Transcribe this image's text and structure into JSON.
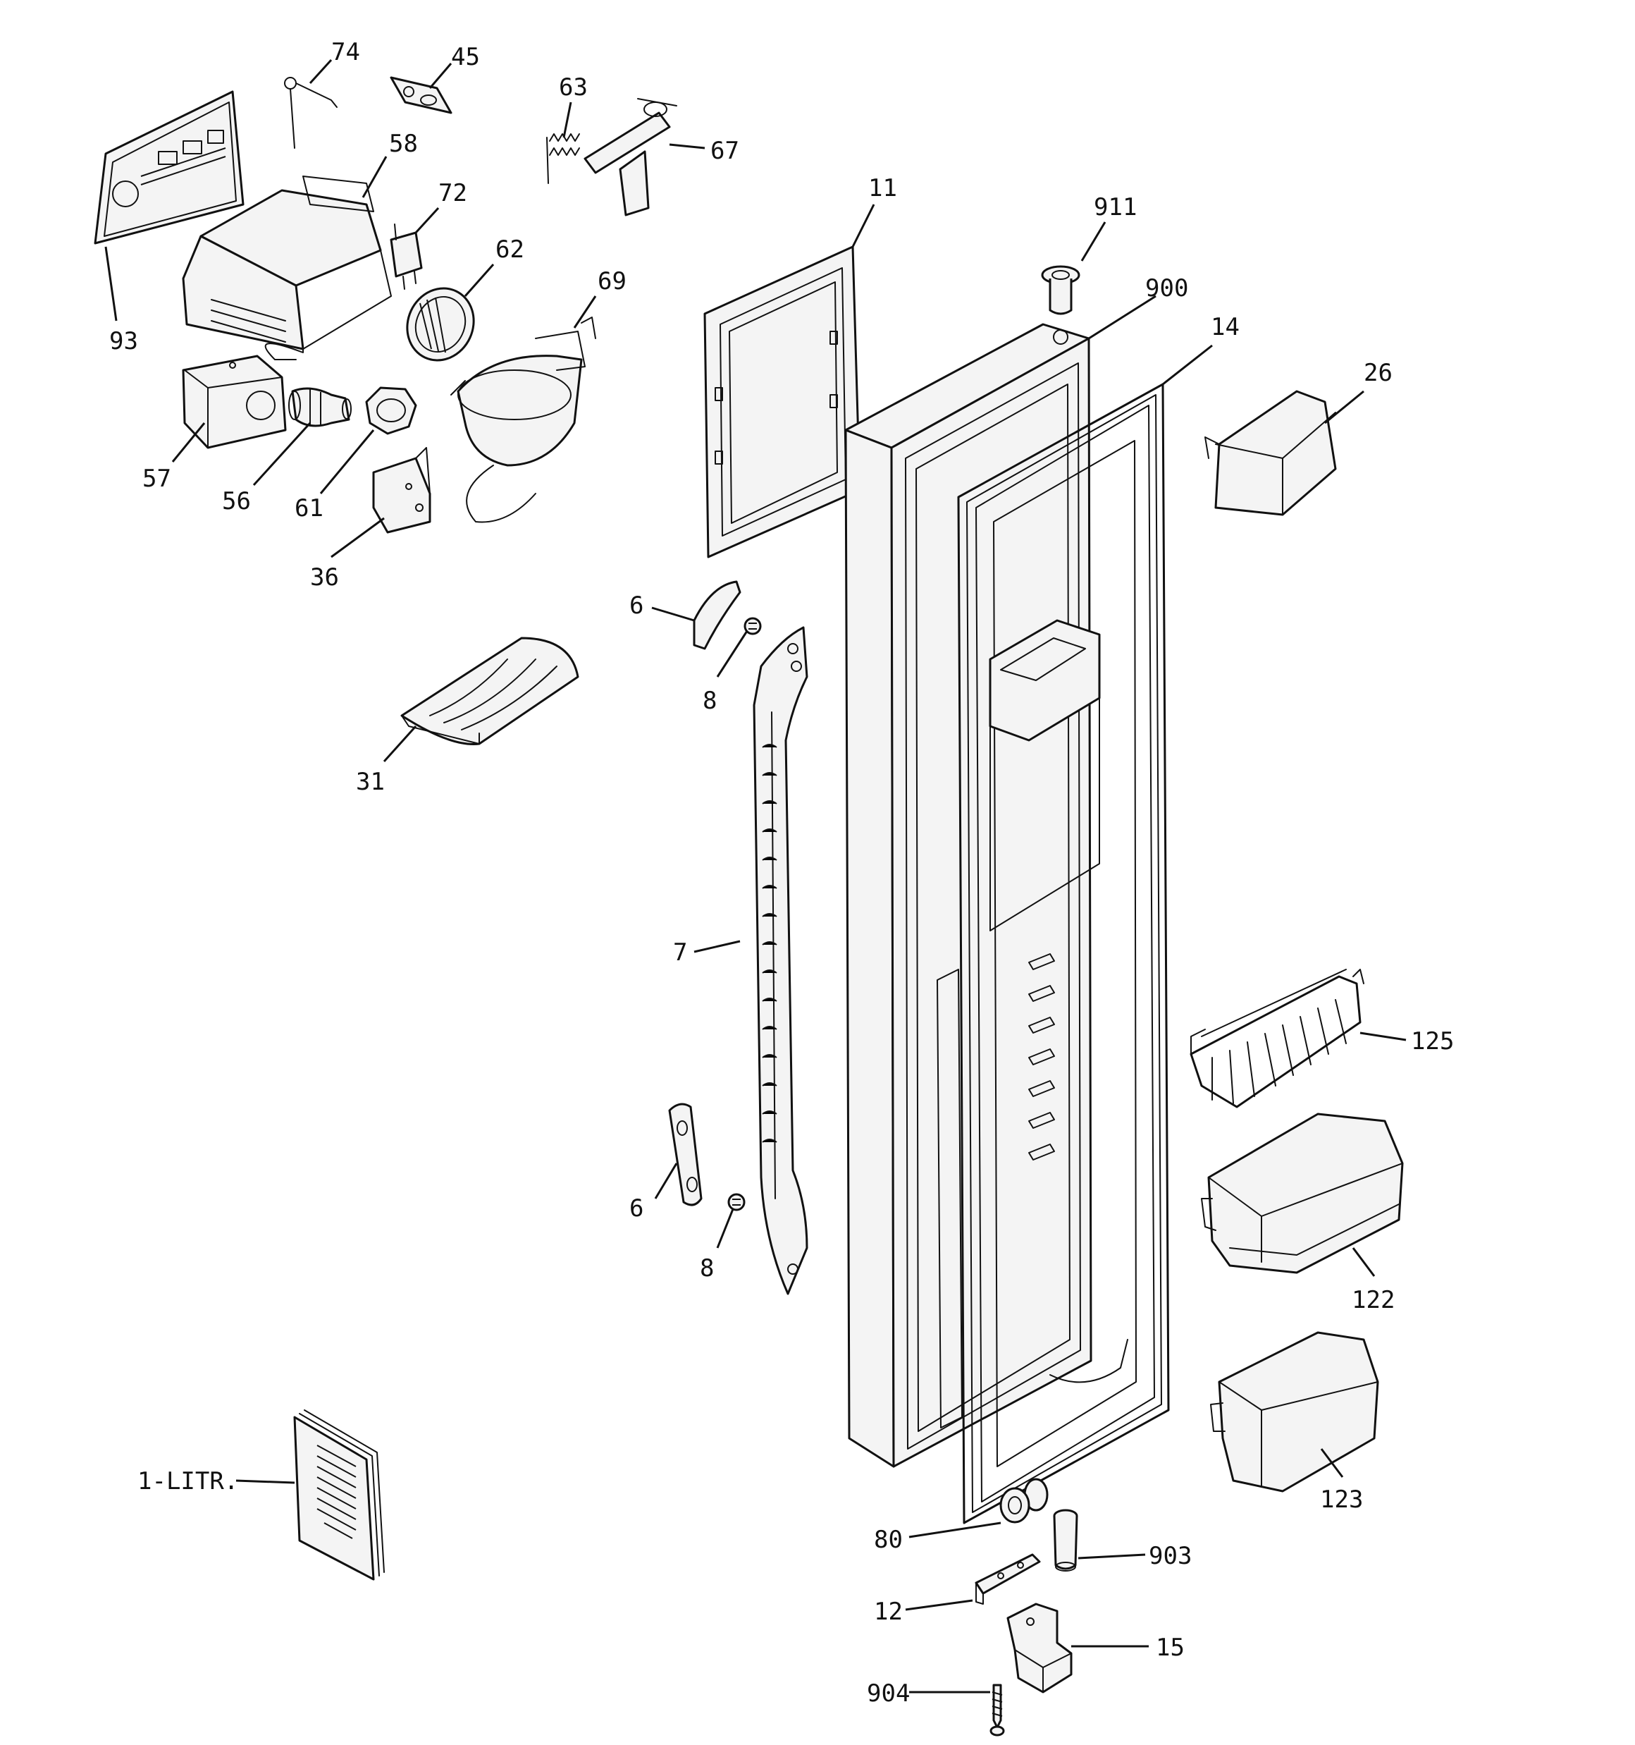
{
  "callouts": {
    "c74": "74",
    "c45": "45",
    "c63": "63",
    "c67": "67",
    "c58": "58",
    "c72": "72",
    "c62": "62",
    "c69": "69",
    "c93": "93",
    "c57": "57",
    "c56": "56",
    "c61": "61",
    "c36": "36",
    "c11": "11",
    "c911": "911",
    "c900": "900",
    "c14": "14",
    "c26": "26",
    "c6a": "6",
    "c8a": "8",
    "c31": "31",
    "c7": "7",
    "c125": "125",
    "c6b": "6",
    "c8b": "8",
    "c122": "122",
    "c123": "123",
    "c1litr": "1-LITR.",
    "c80": "80",
    "c903": "903",
    "c12": "12",
    "c15": "15",
    "c904": "904"
  }
}
